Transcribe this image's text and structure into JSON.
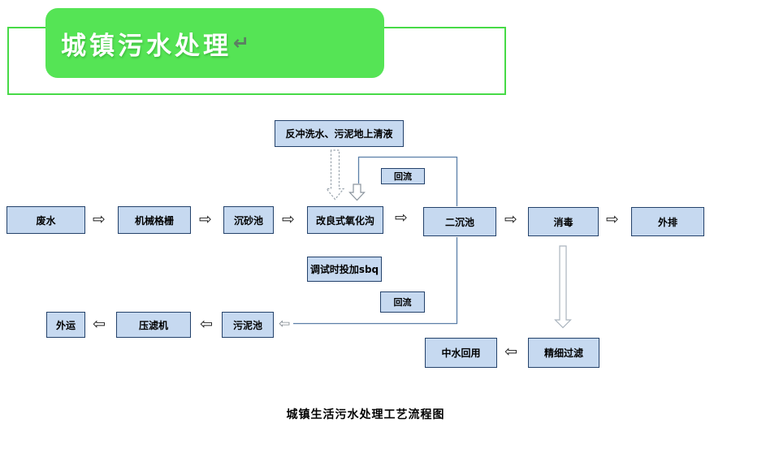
{
  "header": {
    "title": "城镇污水处理",
    "return_mark": "↵"
  },
  "nodes": {
    "backwash": "反冲洗水、污泥地上清液",
    "waste_water": "废水",
    "mechanical_screen": "机械格栅",
    "grit_chamber": "沉砂池",
    "oxidation_ditch": "改良式氧化沟",
    "secondary_clarifier": "二沉池",
    "disinfection": "消毒",
    "discharge": "外排",
    "reflux_top": "回流",
    "dosing": "调试时投加sbq",
    "reflux_bottom": "回流",
    "outward_transport": "外运",
    "filter_press": "压滤机",
    "sludge_tank": "污泥池",
    "reclaimed_water": "中水回用",
    "fine_filtration": "精细过滤"
  },
  "icons": {
    "arrow_right": "⇨",
    "arrow_left": "⇦"
  },
  "caption": "城镇生活污水处理工艺流程图",
  "colors": {
    "title_green": "#55e455",
    "outline_green": "#47da47",
    "box_fill": "#c6d9f0",
    "box_border": "#24426b",
    "line_blue": "#5b7fa8",
    "arrow_black": "#1a1a1a"
  }
}
